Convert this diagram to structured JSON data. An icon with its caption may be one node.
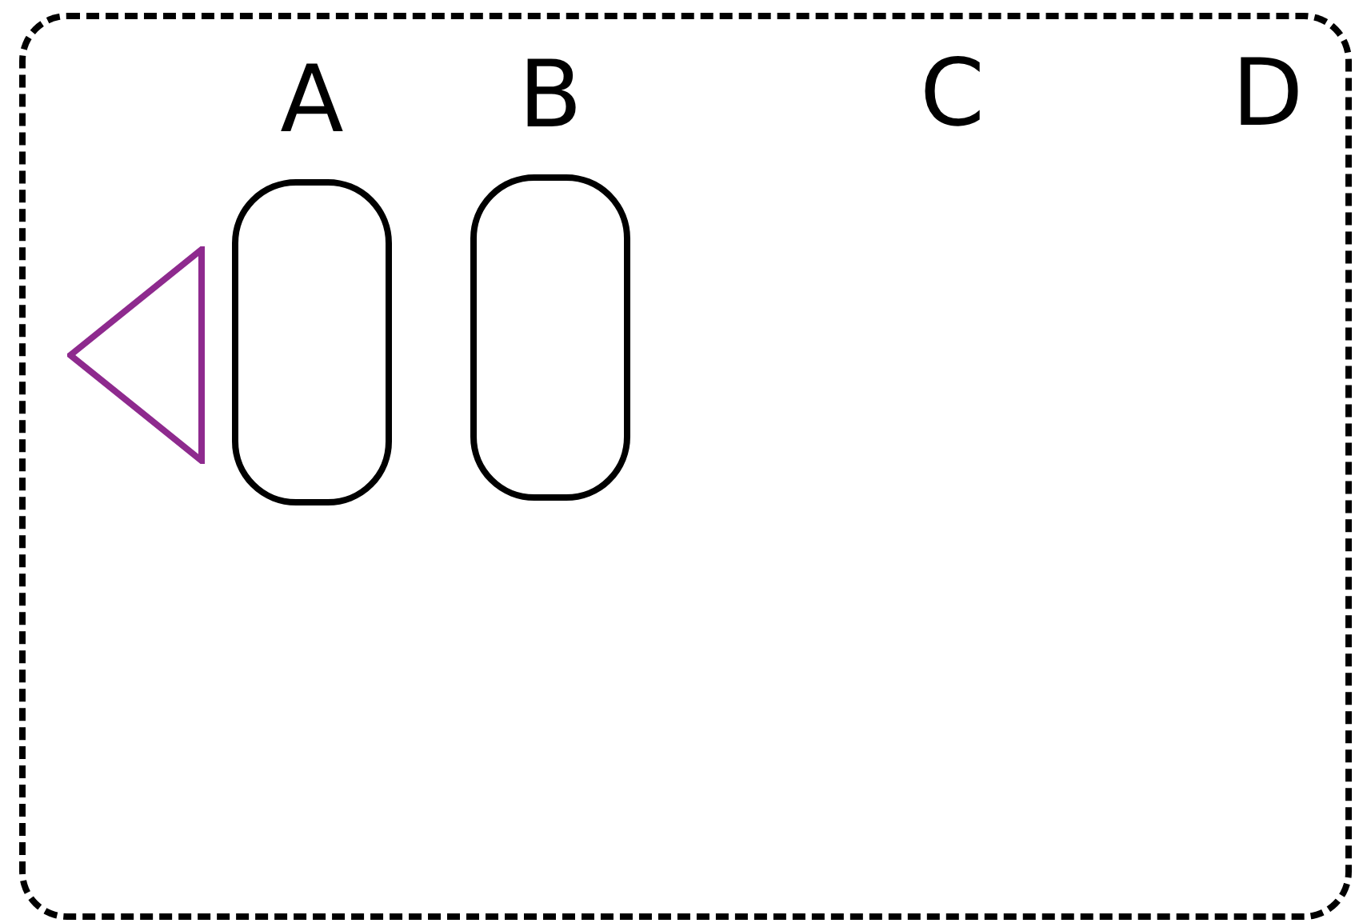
{
  "diagram": {
    "nodes": [
      {
        "text": [],
        "shape": "box"
      },
      {
        "text": [],
        "shape": "triangle",
        "in": 0
      },
      {
        "text": [
          "A"
        ],
        "in": 0
      },
      {
        "text": [
          "B"
        ],
        "in": 0
      }
    ],
    "labels": [
      "C",
      "D"
    ]
  }
}
